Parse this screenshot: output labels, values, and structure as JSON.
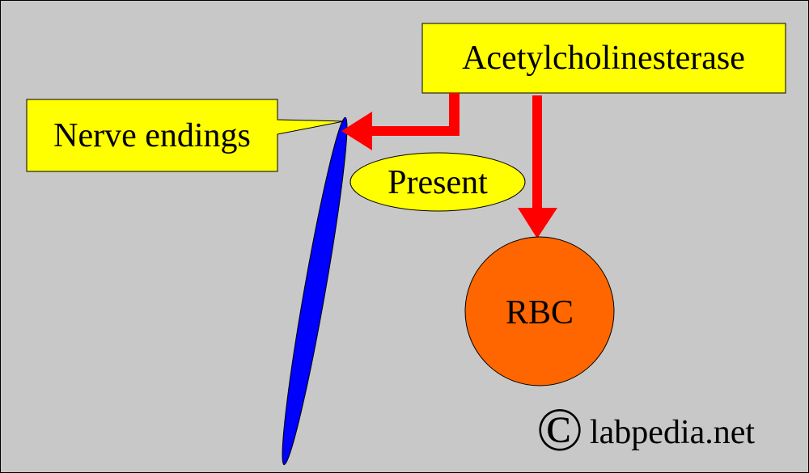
{
  "diagram": {
    "enzyme_label": "Acetylcholinesterase",
    "nerve_label": "Nerve endings",
    "present_label": "Present",
    "rbc_label": "RBC",
    "copyright_symbol": "©",
    "watermark": "labpedia.net"
  },
  "colors": {
    "background": "#c8c8c8",
    "label_fill": "#ffff00",
    "arrow": "#ff0000",
    "nerve": "#0000ff",
    "rbc": "#ff6600"
  }
}
